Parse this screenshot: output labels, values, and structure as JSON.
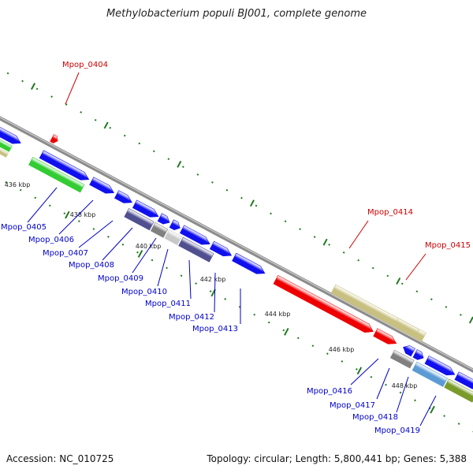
{
  "title": "Methylobacterium populi BJ001, complete genome",
  "footer": {
    "accession": "Accession: NC_010725",
    "summary": "Topology: circular; Length: 5,800,441 bp; Genes: 5,388"
  },
  "colors": {
    "backbone": "#8c8c8c",
    "tick": "#1f7a1f",
    "cds": "#1010ee",
    "highlight": "#ee0000",
    "tan": "#c8c080",
    "green": "#33cc33",
    "purple": "#505090",
    "gray": "#808080",
    "lightgray": "#c8c8c8",
    "lightblue": "#5b9bd5",
    "olive": "#7a9a2a",
    "label_blue": "#0000cc",
    "label_red": "#cc0000"
  },
  "kbp_labels": [
    "436 kbp",
    "438 kbp",
    "440 kbp",
    "442 kbp",
    "444 kbp",
    "446 kbp",
    "448 kbp"
  ],
  "gene_labels": [
    {
      "text": "Mpop_0404",
      "color": "red"
    },
    {
      "text": "Mpop_0405",
      "color": "blue"
    },
    {
      "text": "Mpop_0406",
      "color": "blue"
    },
    {
      "text": "Mpop_0407",
      "color": "blue"
    },
    {
      "text": "Mpop_0408",
      "color": "blue"
    },
    {
      "text": "Mpop_0409",
      "color": "blue"
    },
    {
      "text": "Mpop_0410",
      "color": "blue"
    },
    {
      "text": "Mpop_0411",
      "color": "blue"
    },
    {
      "text": "Mpop_0412",
      "color": "blue"
    },
    {
      "text": "Mpop_0413",
      "color": "blue"
    },
    {
      "text": "Mpop_0414",
      "color": "red"
    },
    {
      "text": "Mpop_0415",
      "color": "red"
    },
    {
      "text": "Mpop_0416",
      "color": "blue"
    },
    {
      "text": "Mpop_0417",
      "color": "blue"
    },
    {
      "text": "Mpop_0418",
      "color": "blue"
    },
    {
      "text": "Mpop_0419",
      "color": "blue"
    }
  ]
}
